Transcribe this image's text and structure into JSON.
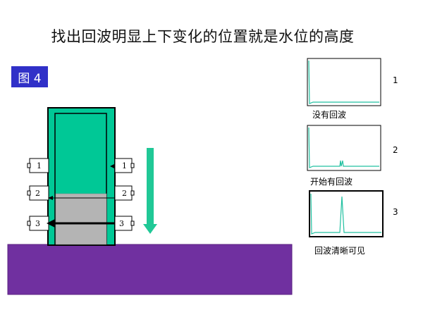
{
  "title": "找出回波明显上下变化的位置就是水位的高度",
  "badge": "图 4",
  "sensors_left": [
    "1",
    "2",
    "3"
  ],
  "sensors_right": [
    "1",
    "2",
    "3"
  ],
  "scopes": [
    {
      "number": "1",
      "caption": "没有回波"
    },
    {
      "number": "2",
      "caption": "开始有回波"
    },
    {
      "number": "3",
      "caption": "回波清晰可见"
    }
  ],
  "colors": {
    "tank": "#00c896",
    "water": "#b4b4b4",
    "ground": "#7030a0",
    "badge": "#3030c8",
    "trace": "#20c0a0"
  }
}
